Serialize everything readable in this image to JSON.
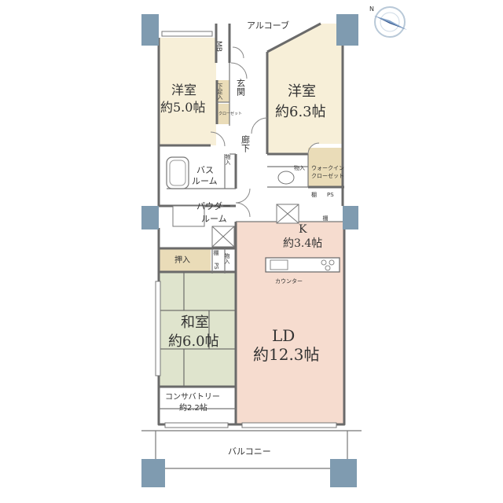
{
  "colors": {
    "western": "#f7efd8",
    "japanese": "#dfe4cd",
    "living": "#f6dccf",
    "closet": "#eadcb8",
    "column": "#7f9bb0",
    "wall": "#6a6a6a",
    "compass_ring": "#b9c9d8",
    "compass_arrow": "#2c4f88"
  },
  "rooms": {
    "alcove": "アルコーブ",
    "mb": "MB",
    "western1_name": "洋室",
    "western1_size": "約5.0帖",
    "western2_name": "洋室",
    "western2_size": "約6.3帖",
    "entrance": "玄関",
    "shoebox": "下足入",
    "closet_small": "クローゼット",
    "hallway": "廊下",
    "bath_line1": "バス",
    "bath_line2": "ルーム",
    "storage_a": "物入",
    "storage_b": "物入",
    "storage_c": "物入",
    "wic_line1": "ウォークイン",
    "wic_line2": "クローゼット",
    "shelf_a": "棚",
    "shelf_b": "棚",
    "shelf_c": "棚",
    "ps_a": "PS",
    "ps_b": "PS",
    "powder_line1": "パウダー",
    "powder_line2": "ルーム",
    "kitchen_name": "K",
    "kitchen_size": "約3.4帖",
    "counter": "カウンター",
    "oshiire": "押入",
    "japanese_name": "和室",
    "japanese_size": "約6.0帖",
    "ld_name": "LD",
    "ld_size": "約12.3帖",
    "conservatory_line1": "コンサバトリー",
    "conservatory_line2": "約2.2帖",
    "balcony": "バルコニー"
  },
  "compass": {
    "label": "N"
  }
}
